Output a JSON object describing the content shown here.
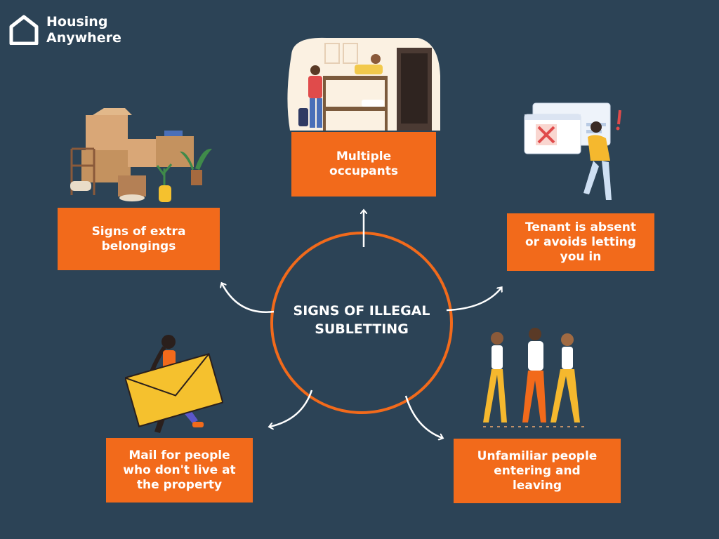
{
  "brand": {
    "line1": "Housing",
    "line2": "Anywhere",
    "icon": "house-outline-icon"
  },
  "center": {
    "title": "SIGNS OF ILLEGAL\nSUBLETTING"
  },
  "signs": [
    {
      "label": "Multiple\noccupants",
      "illustration": "bunk-bed-room-illustration"
    },
    {
      "label": "Tenant is absent\nor avoids letting\nyou in",
      "illustration": "browser-error-illustration"
    },
    {
      "label": "Unfamiliar people\nentering and\nleaving",
      "illustration": "walking-group-illustration"
    },
    {
      "label": "Mail for people\nwho don't live at\nthe property",
      "illustration": "woman-with-envelope-illustration"
    },
    {
      "label": "Signs of extra\nbelongings",
      "illustration": "moving-boxes-illustration"
    }
  ],
  "colors": {
    "background": "#2c4356",
    "accent": "#f26a1b",
    "text": "#ffffff"
  }
}
